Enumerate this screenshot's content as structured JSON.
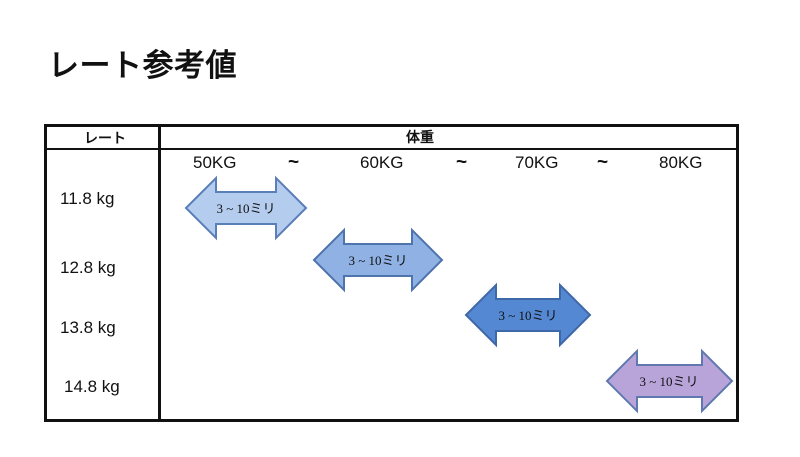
{
  "page": {
    "title": "レート参考値"
  },
  "table": {
    "header_rate": "レート",
    "header_weight": "体重",
    "weights": [
      "50KG",
      "60KG",
      "70KG",
      "80KG"
    ],
    "range_separator": "~",
    "rows": [
      {
        "rate": "11.8 kg",
        "arrow_label": "3 ~ 10ミリ",
        "arrow_color": "#b4ccee",
        "arrow_border": "#5a7fb8"
      },
      {
        "rate": "12.8 kg",
        "arrow_label": "3 ~ 10ミリ",
        "arrow_color": "#8fb1e4",
        "arrow_border": "#4e73ad"
      },
      {
        "rate": "13.8 kg",
        "arrow_label": "3 ~ 10ミリ",
        "arrow_color": "#5588d2",
        "arrow_border": "#3e68a8"
      },
      {
        "rate": "14.8 kg",
        "arrow_label": "3 ~ 10ミリ",
        "arrow_color": "#b8a4d8",
        "arrow_border": "#5f79b0"
      }
    ]
  }
}
